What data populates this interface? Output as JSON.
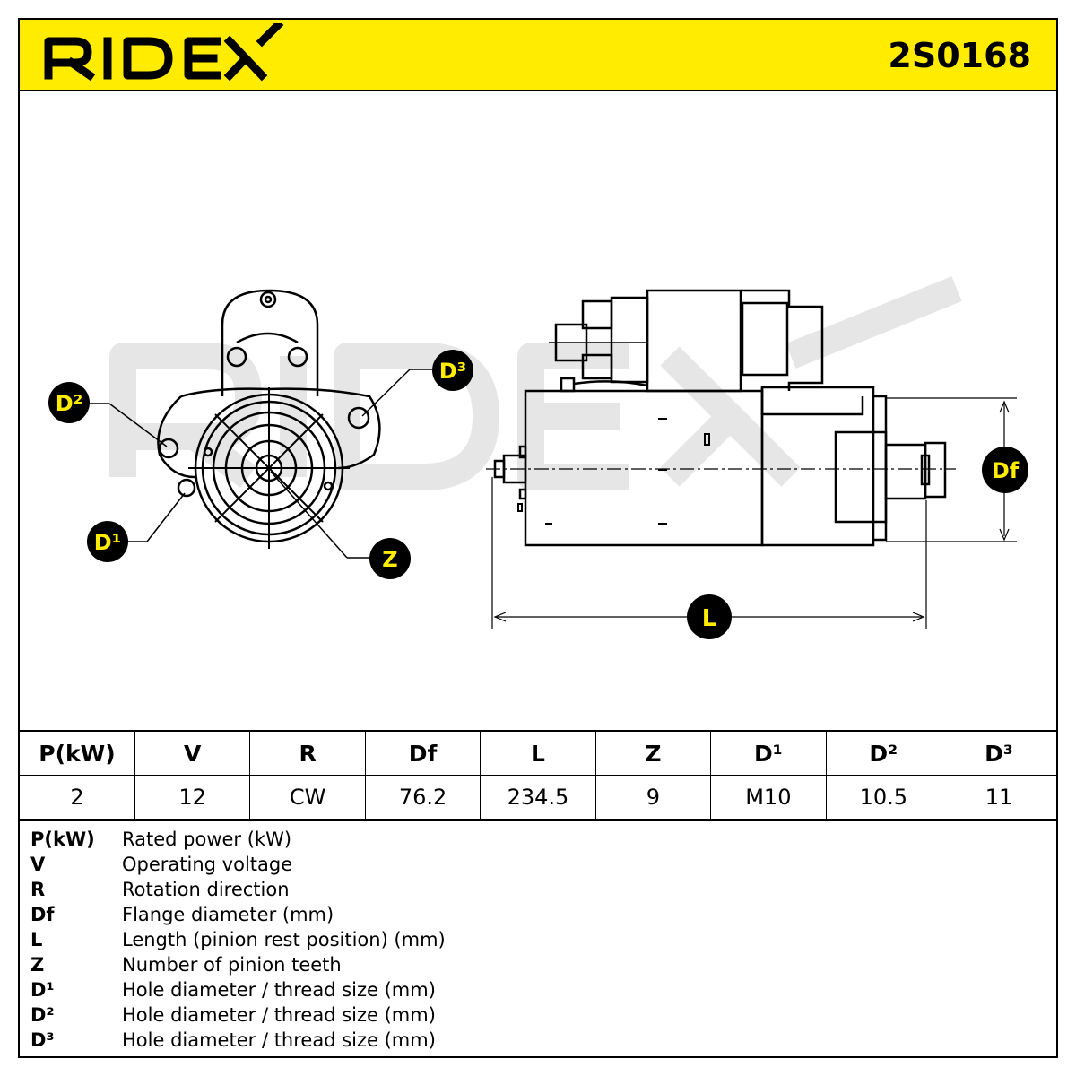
{
  "header": {
    "brand": "RIDEX",
    "part_number": "2S0168",
    "background_color": "#ffec00"
  },
  "callouts": {
    "d1": "D¹",
    "d2": "D²",
    "d3": "D³",
    "z": "Z",
    "df": "Df",
    "l": "L"
  },
  "watermark": "RIDEX",
  "spec_table": {
    "headers": [
      "P(kW)",
      "V",
      "R",
      "Df",
      "L",
      "Z",
      "D¹",
      "D²",
      "D³"
    ],
    "values": [
      "2",
      "12",
      "CW",
      "76.2",
      "234.5",
      "9",
      "M10",
      "10.5",
      "11"
    ]
  },
  "legend": [
    {
      "abbr": "P(kW)",
      "desc": "Rated power (kW)"
    },
    {
      "abbr": "V",
      "desc": "Operating voltage"
    },
    {
      "abbr": "R",
      "desc": "Rotation direction"
    },
    {
      "abbr": "Df",
      "desc": "Flange diameter (mm)"
    },
    {
      "abbr": "L",
      "desc": "Length (pinion rest position) (mm)"
    },
    {
      "abbr": "Z",
      "desc": "Number of pinion teeth"
    },
    {
      "abbr": "D¹",
      "desc": "Hole diameter / thread size (mm)"
    },
    {
      "abbr": "D²",
      "desc": "Hole diameter / thread size (mm)"
    },
    {
      "abbr": "D³",
      "desc": "Hole diameter / thread size (mm)"
    }
  ]
}
